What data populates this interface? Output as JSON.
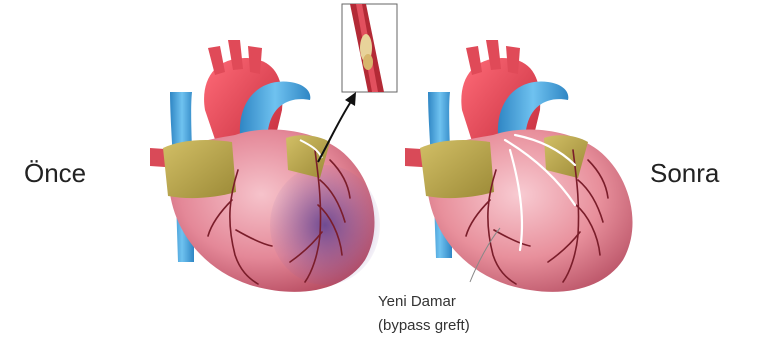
{
  "labels": {
    "before": "Önce",
    "after": "Sonra",
    "graft_line1": "Yeni Damar",
    "graft_line2": "(bypass greft)"
  },
  "colors": {
    "heart_pink": "#e8909c",
    "heart_dark": "#c25d6f",
    "aorta_red": "#d63a48",
    "vein_blue": "#3a9cd8",
    "fat_yellow": "#b7a34a",
    "ischemia_purple": "#6a4f9a",
    "vessel_dark": "#7a1d2a"
  }
}
